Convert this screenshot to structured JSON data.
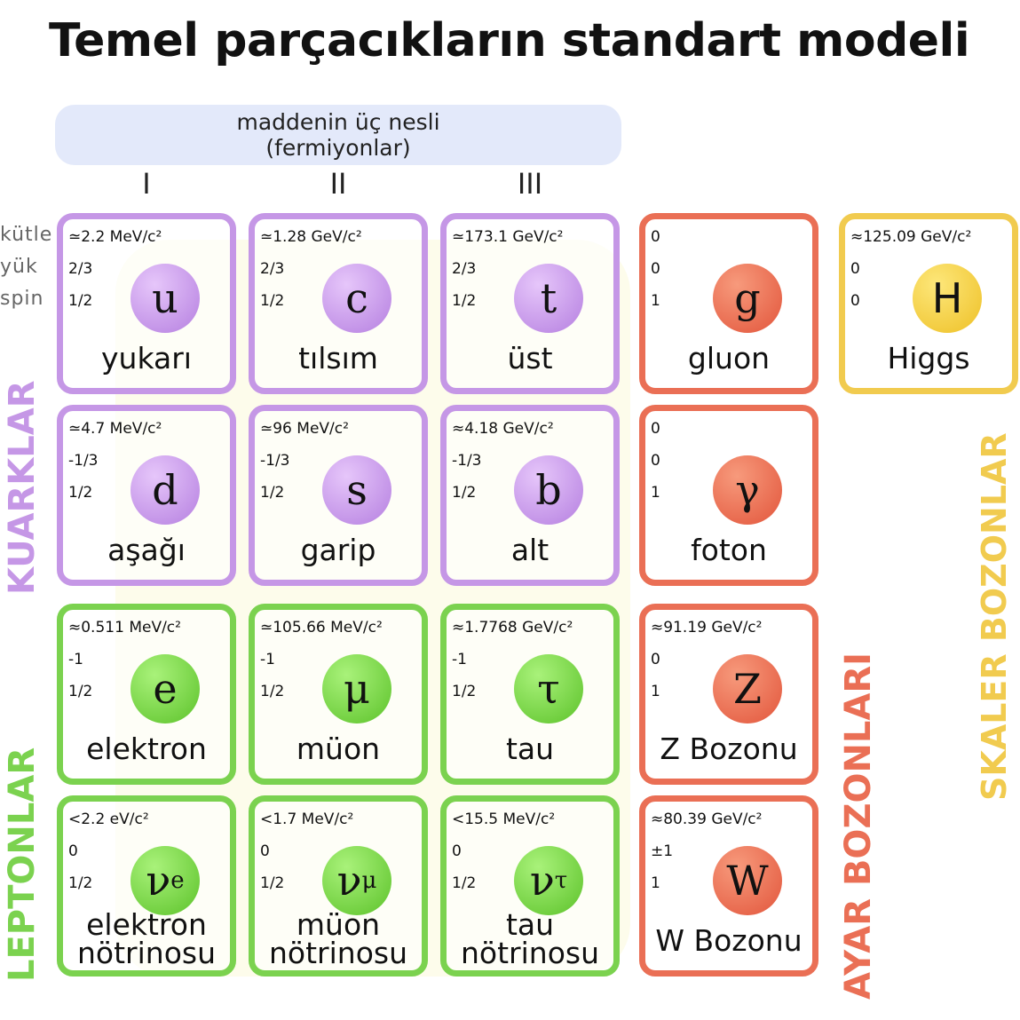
{
  "title": "Temel parçacıkların standart modeli",
  "generations_banner": {
    "line1": "maddenin üç nesli",
    "line2": "(fermiyonlar)"
  },
  "generations": [
    "I",
    "II",
    "III"
  ],
  "row_labels": {
    "mass": "kütle",
    "charge": "yük",
    "spin": "spin"
  },
  "group_labels": {
    "quarks": "KUARKLAR",
    "leptons": "LEPTONLAR",
    "gauge_bosons": "AYAR BOZONLARI",
    "scalar_bosons": "SKALER BOZONLAR"
  },
  "colors": {
    "quarks": "#c597e6",
    "leptons": "#7bd24f",
    "gauge": "#ea6f55",
    "scalar": "#f1cb4f"
  },
  "particles": [
    {
      "row": 0,
      "col": 0,
      "group": "purple",
      "mass": "≃2.2 MeV/c²",
      "charge": "2/3",
      "spin": "1/2",
      "symbol": "u",
      "sub": "",
      "name": [
        "yukarı"
      ]
    },
    {
      "row": 0,
      "col": 1,
      "group": "purple",
      "mass": "≃1.28 GeV/c²",
      "charge": "2/3",
      "spin": "1/2",
      "symbol": "c",
      "sub": "",
      "name": [
        "tılsım"
      ]
    },
    {
      "row": 0,
      "col": 2,
      "group": "purple",
      "mass": "≃173.1 GeV/c²",
      "charge": "2/3",
      "spin": "1/2",
      "symbol": "t",
      "sub": "",
      "name": [
        "üst"
      ]
    },
    {
      "row": 0,
      "col": 3,
      "group": "red",
      "mass": "0",
      "charge": "0",
      "spin": "1",
      "symbol": "g",
      "sub": "",
      "name": [
        "gluon"
      ]
    },
    {
      "row": 0,
      "col": 4,
      "group": "yellow",
      "mass": "≈125.09 GeV/c²",
      "charge": "0",
      "spin": "0",
      "symbol": "H",
      "sub": "",
      "name": [
        "Higgs"
      ]
    },
    {
      "row": 1,
      "col": 0,
      "group": "purple",
      "mass": "≃4.7 MeV/c²",
      "charge": "-1/3",
      "spin": "1/2",
      "symbol": "d",
      "sub": "",
      "name": [
        "aşağı"
      ]
    },
    {
      "row": 1,
      "col": 1,
      "group": "purple",
      "mass": "≃96 MeV/c²",
      "charge": "-1/3",
      "spin": "1/2",
      "symbol": "s",
      "sub": "",
      "name": [
        "garip"
      ]
    },
    {
      "row": 1,
      "col": 2,
      "group": "purple",
      "mass": "≈4.18 GeV/c²",
      "charge": "-1/3",
      "spin": "1/2",
      "symbol": "b",
      "sub": "",
      "name": [
        "alt"
      ]
    },
    {
      "row": 1,
      "col": 3,
      "group": "red",
      "mass": "0",
      "charge": "0",
      "spin": "1",
      "symbol": "γ",
      "sub": "",
      "name": [
        "foton"
      ]
    },
    {
      "row": 2,
      "col": 0,
      "group": "green",
      "mass": "≈0.511 MeV/c²",
      "charge": "-1",
      "spin": "1/2",
      "symbol": "e",
      "sub": "",
      "name": [
        "elektron"
      ]
    },
    {
      "row": 2,
      "col": 1,
      "group": "green",
      "mass": "≃105.66 MeV/c²",
      "charge": "-1",
      "spin": "1/2",
      "symbol": "μ",
      "sub": "",
      "name": [
        "müon"
      ]
    },
    {
      "row": 2,
      "col": 2,
      "group": "green",
      "mass": "≈1.7768 GeV/c²",
      "charge": "-1",
      "spin": "1/2",
      "symbol": "τ",
      "sub": "",
      "name": [
        "tau"
      ]
    },
    {
      "row": 2,
      "col": 3,
      "group": "red",
      "mass": "≈91.19 GeV/c²",
      "charge": "0",
      "spin": "1",
      "symbol": "Z",
      "sub": "",
      "name": [
        "Z Bozonu"
      ]
    },
    {
      "row": 3,
      "col": 0,
      "group": "green",
      "mass": "<2.2 eV/c²",
      "charge": "0",
      "spin": "1/2",
      "symbol": "ν",
      "sub": "e",
      "name": [
        "elektron",
        "nötrinosu"
      ]
    },
    {
      "row": 3,
      "col": 1,
      "group": "green",
      "mass": "<1.7 MeV/c²",
      "charge": "0",
      "spin": "1/2",
      "symbol": "ν",
      "sub": "μ",
      "name": [
        "müon",
        "nötrinosu"
      ]
    },
    {
      "row": 3,
      "col": 2,
      "group": "green",
      "mass": "<15.5 MeV/c²",
      "charge": "0",
      "spin": "1/2",
      "symbol": "ν",
      "sub": "τ",
      "name": [
        "tau",
        "nötrinosu"
      ]
    },
    {
      "row": 3,
      "col": 3,
      "group": "red",
      "mass": "≈80.39 GeV/c²",
      "charge": "±1",
      "spin": "1",
      "symbol": "W",
      "sub": "",
      "name": [
        "W Bozonu"
      ]
    }
  ]
}
